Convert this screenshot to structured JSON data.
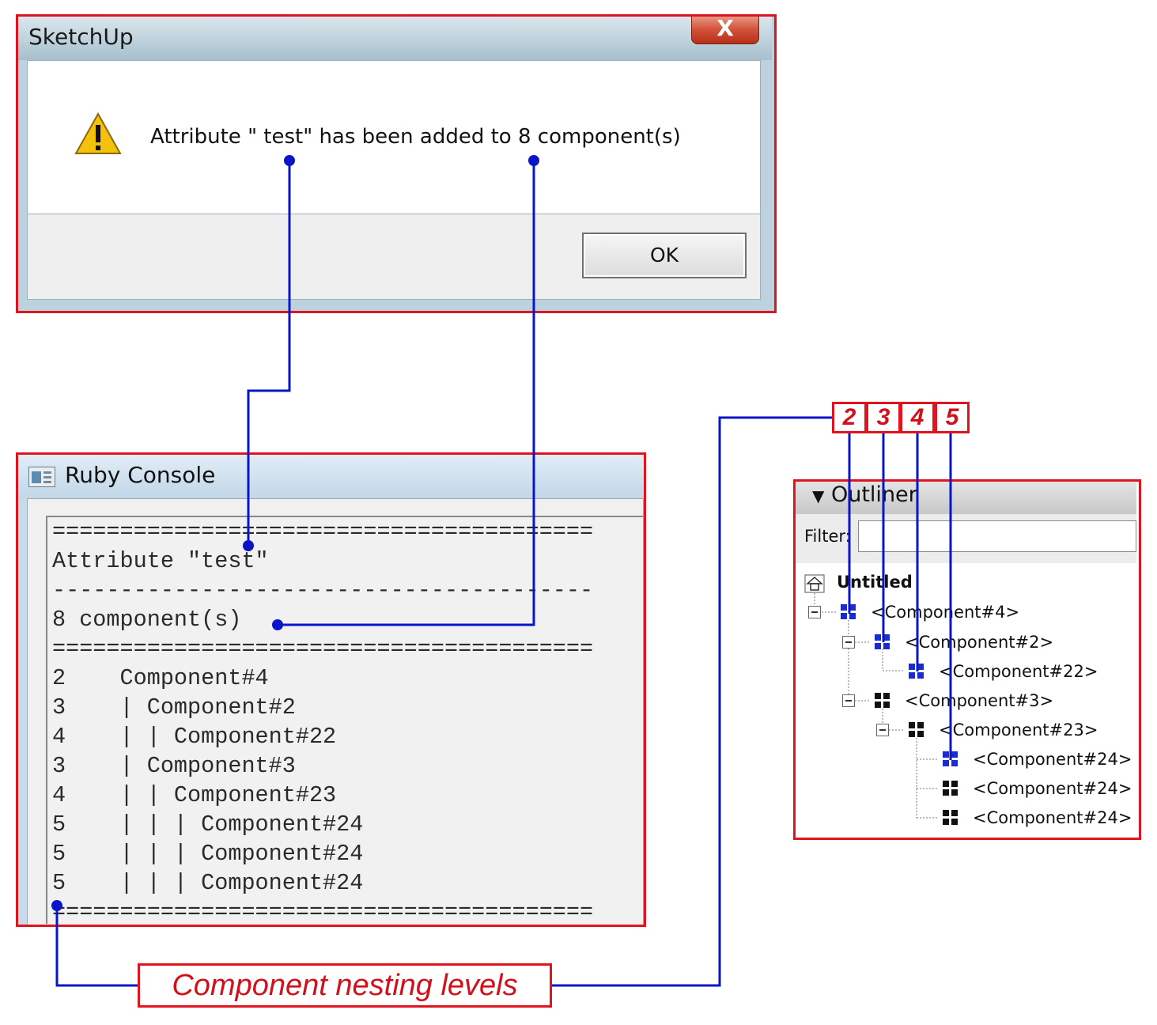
{
  "dialog": {
    "title": "SketchUp",
    "close_label": "X",
    "message": "Attribute \" test\" has been added to 8 component(s)",
    "ok_label": "OK"
  },
  "console": {
    "title": "Ruby Console",
    "lines": [
      "========================================",
      "Attribute \"test\"",
      "----------------------------------------",
      "8 component(s)",
      "========================================",
      "2    Component#4",
      "3    | Component#2",
      "4    | | Component#22",
      "3    | Component#3",
      "4    | | Component#23",
      "5    | | | Component#24",
      "5    | | | Component#24",
      "5    | | | Component#24",
      "========================================"
    ]
  },
  "outliner": {
    "header": "Outliner",
    "filter_label": "Filter:",
    "filter_value": "",
    "root": "Untitled",
    "nodes": [
      {
        "label": "<Component#4>",
        "selected": true
      },
      {
        "label": "<Component#2>",
        "selected": true
      },
      {
        "label": "<Component#22>",
        "selected": true
      },
      {
        "label": "<Component#3>",
        "selected": false
      },
      {
        "label": "<Component#23>",
        "selected": false
      },
      {
        "label": "<Component#24>",
        "selected": true
      },
      {
        "label": "<Component#24>",
        "selected": false
      },
      {
        "label": "<Component#24>",
        "selected": false
      }
    ]
  },
  "annotations": {
    "levels": [
      "2",
      "3",
      "4",
      "5"
    ],
    "caption": "Component nesting levels",
    "colors": {
      "frame": "#e0141e",
      "connector": "#0a14c8",
      "label": "#d0101a"
    }
  }
}
